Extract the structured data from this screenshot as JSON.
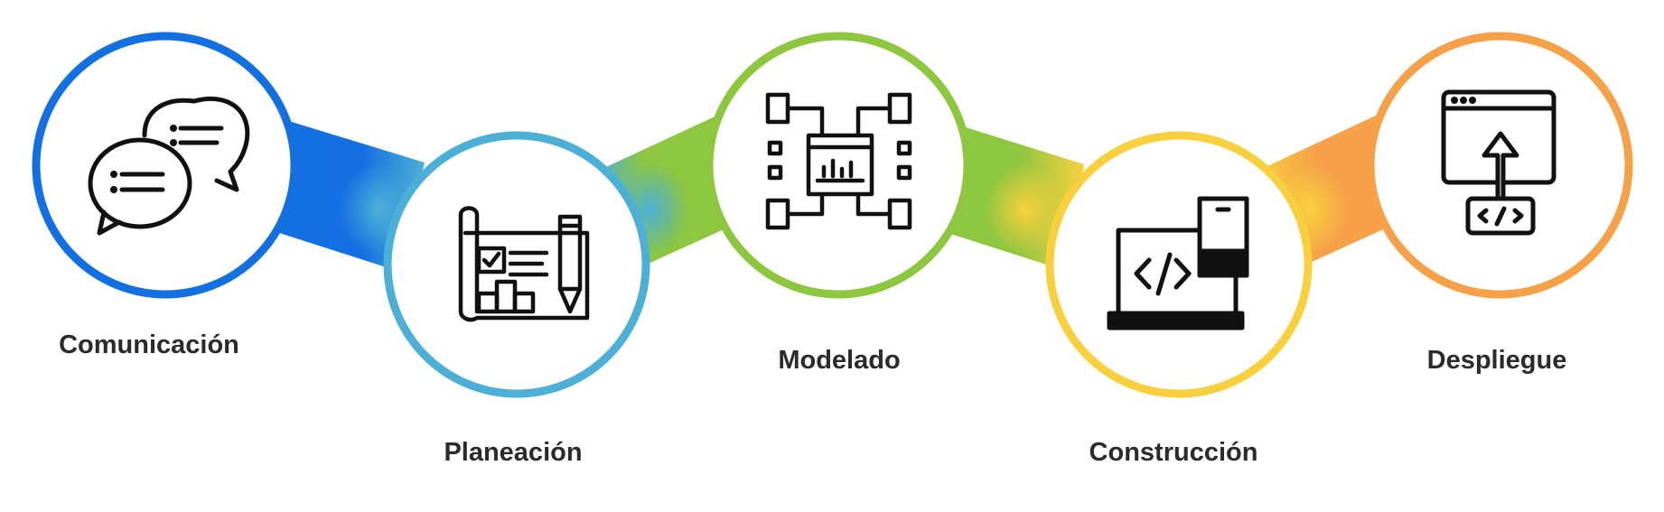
{
  "steps": [
    {
      "label": "Comunicación",
      "icon": "chat-bubbles-icon",
      "color": "#1270e3"
    },
    {
      "label": "Planeación",
      "icon": "blueprint-icon",
      "color": "#4cb0d6"
    },
    {
      "label": "Modelado",
      "icon": "data-model-icon",
      "color": "#8dc63f"
    },
    {
      "label": "Construcción",
      "icon": "code-devices-icon",
      "color": "#f8d03e"
    },
    {
      "label": "Despliegue",
      "icon": "deploy-upload-icon",
      "color": "#f6a048"
    }
  ]
}
